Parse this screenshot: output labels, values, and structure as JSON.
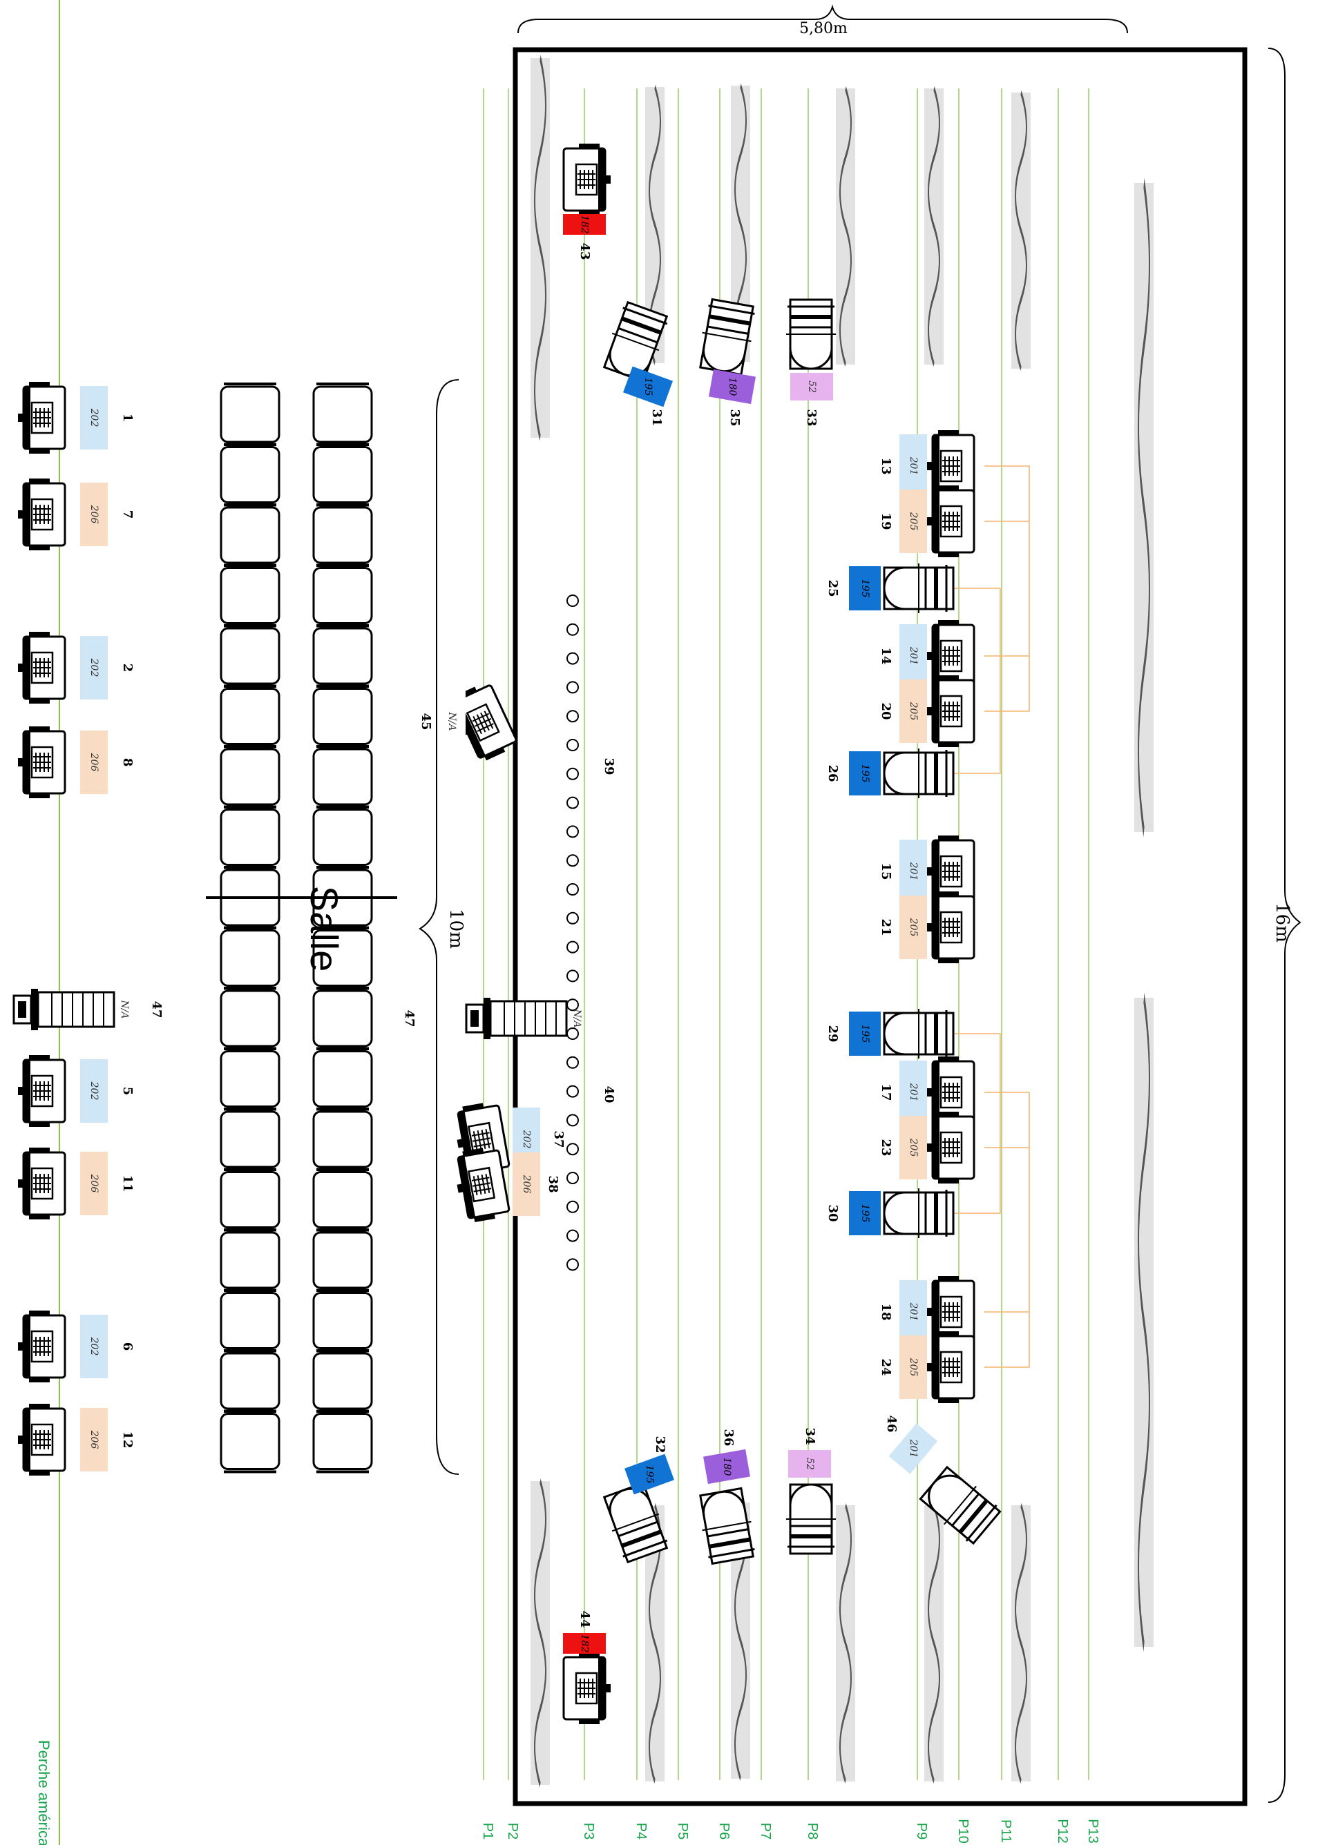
{
  "dimensions": {
    "width_label": "5,80m",
    "depth_label": "16m",
    "audience_label": "10m"
  },
  "audience": {
    "label": "Salle",
    "rows": 2,
    "seats_per_row": 18
  },
  "perche_label": "Perche américaine",
  "battens": [
    "P1",
    "P2",
    "P3",
    "P4",
    "P5",
    "P6",
    "P7",
    "P8",
    "P9",
    "P10",
    "P11",
    "P12",
    "P13"
  ],
  "filter_colors": {
    "201": "#cfe6f7",
    "202": "#cfe6f7",
    "205": "#f8dcc4",
    "206": "#f8dcc4",
    "195": "#1173d4",
    "180": "#9c5fdb",
    "52": "#e6b3ee",
    "182": "#ee1111",
    "N/A": "#ffffff"
  },
  "icons": {
    "pc": "pc-spotlight-icon",
    "profile": "profile-spotlight-icon",
    "par": "par-can-icon",
    "drape": "curtain-drape-icon",
    "seat": "seat-icon"
  },
  "fixtures": [
    {
      "id": "1",
      "filter": "202",
      "kind": "pc"
    },
    {
      "id": "7",
      "filter": "206",
      "kind": "pc"
    },
    {
      "id": "2",
      "filter": "202",
      "kind": "pc"
    },
    {
      "id": "8",
      "filter": "206",
      "kind": "pc"
    },
    {
      "id": "47",
      "filter": "N/A",
      "kind": "par"
    },
    {
      "id": "5",
      "filter": "202",
      "kind": "pc"
    },
    {
      "id": "11",
      "filter": "206",
      "kind": "pc"
    },
    {
      "id": "6",
      "filter": "202",
      "kind": "pc"
    },
    {
      "id": "12",
      "filter": "206",
      "kind": "pc"
    },
    {
      "id": "45",
      "filter": "N/A",
      "kind": "pc"
    },
    {
      "id": "47",
      "filter": "N/A",
      "kind": "par"
    },
    {
      "id": "37",
      "filter": "202",
      "kind": "pc"
    },
    {
      "id": "38",
      "filter": "206",
      "kind": "pc"
    },
    {
      "id": "43",
      "filter": "182",
      "kind": "pc"
    },
    {
      "id": "44",
      "filter": "182",
      "kind": "pc"
    },
    {
      "id": "31",
      "filter": "195",
      "kind": "profile"
    },
    {
      "id": "35",
      "filter": "180",
      "kind": "profile"
    },
    {
      "id": "33",
      "filter": "52",
      "kind": "profile"
    },
    {
      "id": "32",
      "filter": "195",
      "kind": "profile"
    },
    {
      "id": "36",
      "filter": "180",
      "kind": "profile"
    },
    {
      "id": "34",
      "filter": "52",
      "kind": "profile"
    },
    {
      "id": "13",
      "filter": "201",
      "kind": "pc"
    },
    {
      "id": "19",
      "filter": "205",
      "kind": "pc"
    },
    {
      "id": "25",
      "filter": "195",
      "kind": "profile"
    },
    {
      "id": "14",
      "filter": "201",
      "kind": "pc"
    },
    {
      "id": "20",
      "filter": "205",
      "kind": "pc"
    },
    {
      "id": "26",
      "filter": "195",
      "kind": "profile"
    },
    {
      "id": "15",
      "filter": "201",
      "kind": "pc"
    },
    {
      "id": "21",
      "filter": "205",
      "kind": "pc"
    },
    {
      "id": "29",
      "filter": "195",
      "kind": "profile"
    },
    {
      "id": "17",
      "filter": "201",
      "kind": "pc"
    },
    {
      "id": "23",
      "filter": "205",
      "kind": "pc"
    },
    {
      "id": "30",
      "filter": "195",
      "kind": "profile"
    },
    {
      "id": "18",
      "filter": "201",
      "kind": "pc"
    },
    {
      "id": "24",
      "filter": "205",
      "kind": "pc"
    },
    {
      "id": "46",
      "filter": "201",
      "kind": "profile"
    }
  ],
  "floor_circuits": {
    "left_label": "39",
    "right_label": "40",
    "count": 24
  }
}
